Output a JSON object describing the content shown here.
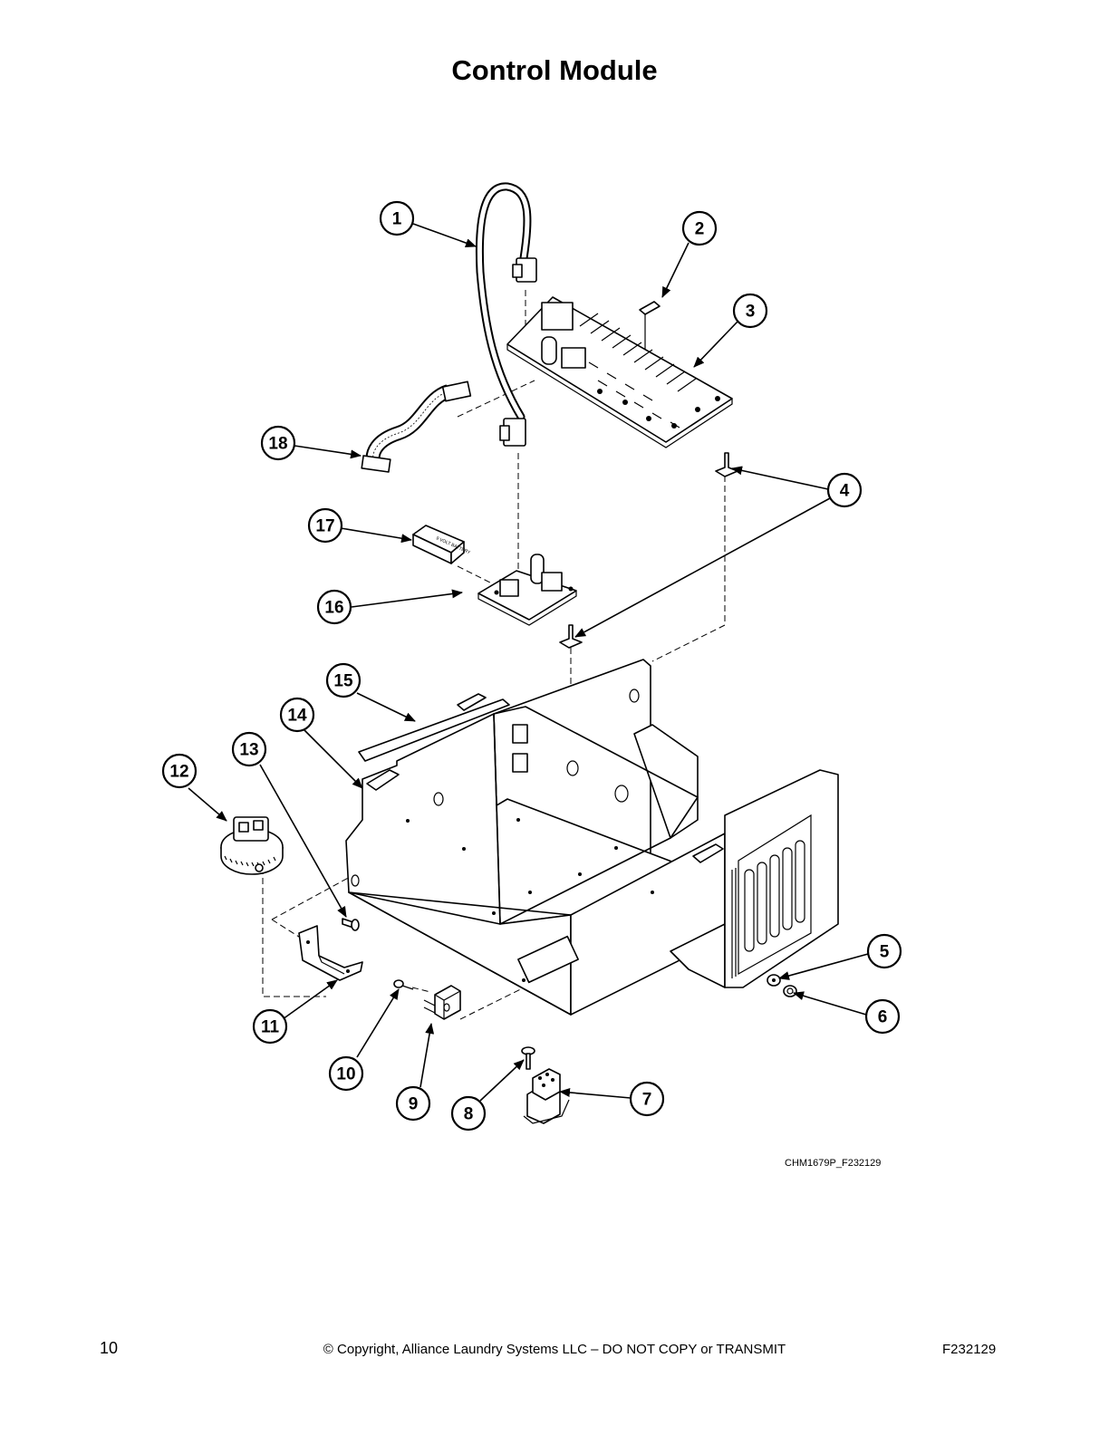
{
  "page": {
    "title": "Control Module",
    "drawing_code": "CHM1679P_F232129",
    "footer": {
      "page_number": "10",
      "copyright": "© Copyright, Alliance Laundry Systems LLC – DO NOT COPY or TRANSMIT",
      "document_id": "F232129"
    }
  },
  "callouts": [
    "1",
    "2",
    "3",
    "4",
    "5",
    "6",
    "7",
    "8",
    "9",
    "10",
    "11",
    "12",
    "13",
    "14",
    "15",
    "16",
    "17",
    "18"
  ],
  "battery_label": "9 VOLT BATTERY"
}
